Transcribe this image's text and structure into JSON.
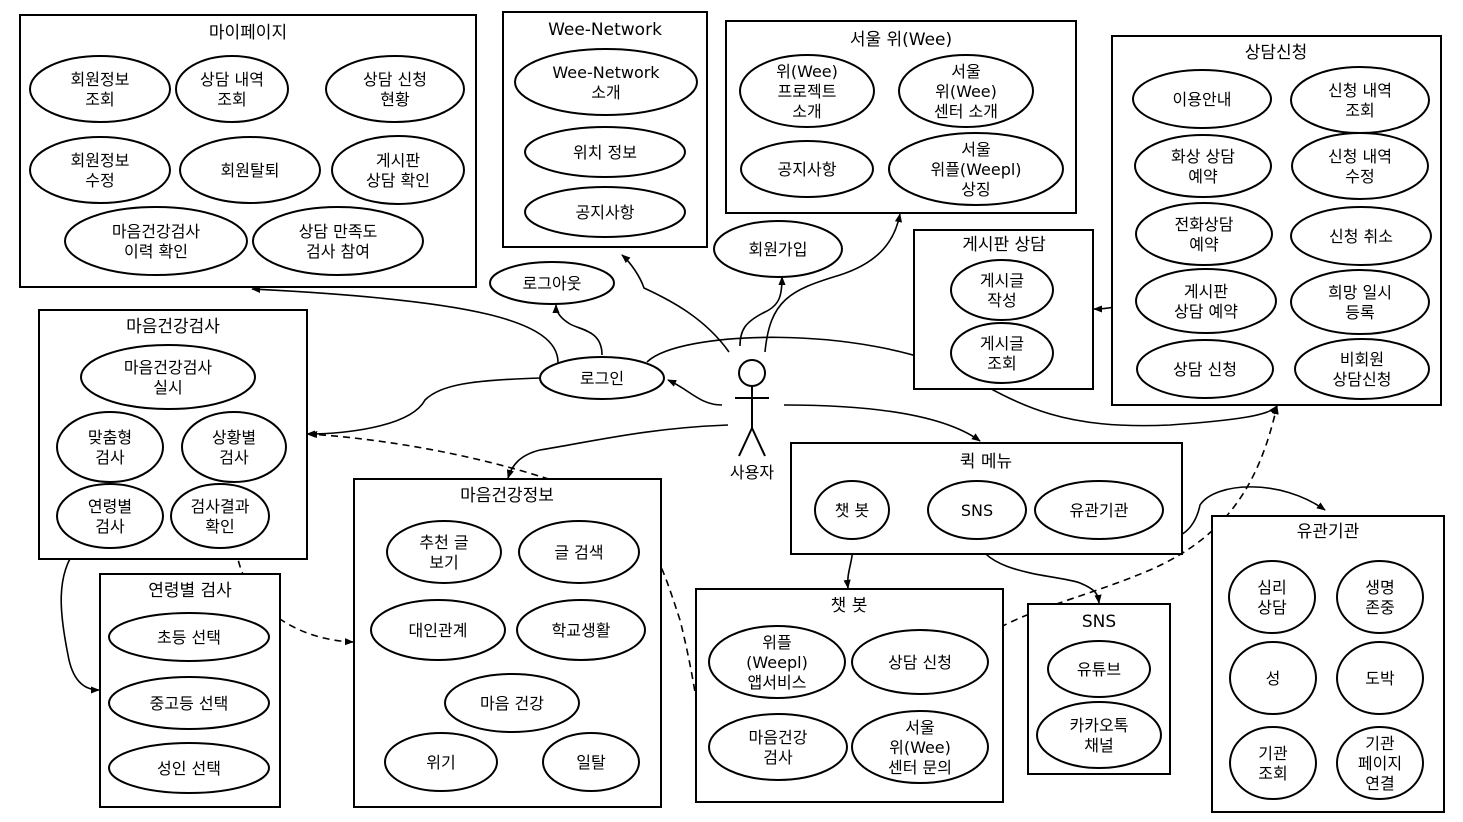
{
  "actor": {
    "label": "사용자"
  },
  "packages": [
    {
      "id": "mypage",
      "title": "마이페이지",
      "items": [
        [
          "회원정보",
          "조회"
        ],
        [
          "상담 내역",
          "조회"
        ],
        [
          "상담 신청",
          "현황"
        ],
        [
          "회원정보",
          "수정"
        ],
        [
          "회원탈퇴"
        ],
        [
          "게시판",
          "상담 확인"
        ],
        [
          "마음건강검사",
          "이력 확인"
        ],
        [
          "상담 만족도",
          "검사 참여"
        ]
      ]
    },
    {
      "id": "wee-network",
      "title": "Wee-Network",
      "items": [
        [
          "Wee-Network",
          "소개"
        ],
        [
          "위치 정보"
        ],
        [
          "공지사항"
        ]
      ]
    },
    {
      "id": "seoul-wee",
      "title": "서울 위(Wee)",
      "items": [
        [
          "위(Wee)",
          "프로젝트",
          "소개"
        ],
        [
          "서울",
          "위(Wee)",
          "센터 소개"
        ],
        [
          "공지사항"
        ],
        [
          "서울",
          "위플(Weepl)",
          "상징"
        ]
      ]
    },
    {
      "id": "counsel-apply",
      "title": "상담신청",
      "items": [
        [
          "이용안내"
        ],
        [
          "신청 내역",
          "조회"
        ],
        [
          "화상 상담",
          "예약"
        ],
        [
          "신청 내역",
          "수정"
        ],
        [
          "전화상담",
          "예약"
        ],
        [
          "신청 취소"
        ],
        [
          "게시판",
          "상담 예약"
        ],
        [
          "희망 일시",
          "등록"
        ],
        [
          "상담 신청"
        ],
        [
          "비회원",
          "상담신청"
        ]
      ]
    },
    {
      "id": "board-counsel",
      "title": "게시판 상담",
      "items": [
        [
          "게시글",
          "작성"
        ],
        [
          "게시글",
          "조회"
        ]
      ]
    },
    {
      "id": "mind-test",
      "title": "마음건강검사",
      "items": [
        [
          "마음건강검사",
          "실시"
        ],
        [
          "맞춤형",
          "검사"
        ],
        [
          "상황별",
          "검사"
        ],
        [
          "연령별",
          "검사"
        ],
        [
          "검사결과",
          "확인"
        ]
      ]
    },
    {
      "id": "age-test",
      "title": "연령별 검사",
      "items": [
        [
          "초등 선택"
        ],
        [
          "중고등 선택"
        ],
        [
          "성인 선택"
        ]
      ]
    },
    {
      "id": "mind-info",
      "title": "마음건강정보",
      "items": [
        [
          "추천 글",
          "보기"
        ],
        [
          "글 검색"
        ],
        [
          "대인관계"
        ],
        [
          "학교생활"
        ],
        [
          "마음 건강"
        ],
        [
          "위기"
        ],
        [
          "일탈"
        ]
      ]
    },
    {
      "id": "quick-menu",
      "title": "퀵 메뉴",
      "items": [
        [
          "챗 봇"
        ],
        [
          "SNS"
        ],
        [
          "유관기관"
        ]
      ]
    },
    {
      "id": "chatbot",
      "title": "챗 봇",
      "items": [
        [
          "위플",
          "(Weepl)",
          "앱서비스"
        ],
        [
          "상담 신청"
        ],
        [
          "마음건강",
          "검사"
        ],
        [
          "서울",
          "위(Wee)",
          "센터 문의"
        ]
      ]
    },
    {
      "id": "sns",
      "title": "SNS",
      "items": [
        [
          "유튜브"
        ],
        [
          "카카오톡",
          "채널"
        ]
      ]
    },
    {
      "id": "institutions",
      "title": "유관기관",
      "items": [
        [
          "심리",
          "상담"
        ],
        [
          "생명",
          "존중"
        ],
        [
          "성"
        ],
        [
          "도박"
        ],
        [
          "기관",
          "조회"
        ],
        [
          "기관",
          "페이지",
          "연결"
        ]
      ]
    }
  ],
  "standalone": {
    "login": "로그인",
    "logout": "로그아웃",
    "signup": "회원가입"
  }
}
